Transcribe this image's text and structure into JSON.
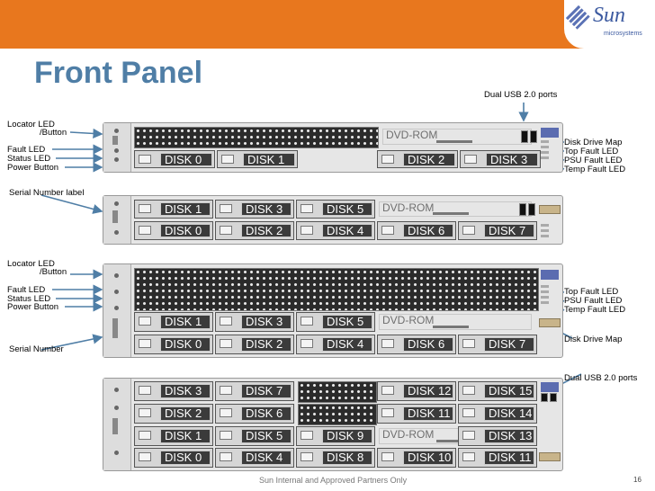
{
  "header": {
    "brand": "Sun",
    "brand_sub": "microsystems",
    "title": "Front Panel"
  },
  "labels": {
    "usb1": "Dual USB 2.0 ports",
    "locator_a": "Locator LED",
    "button_a": "/Button",
    "fault_a": "Fault LED",
    "status_a": "Status LED",
    "power_a": "Power Button",
    "serial_label": "Serial Number label",
    "disk_map_a": "Disk Drive Map",
    "top_fault_a": "Top Fault LED",
    "psu_fault_a": "PSU Fault LED",
    "temp_fault_a": "Temp Fault LED",
    "locator_b": "Locator LED",
    "button_b": "/Button",
    "fault_b": "Fault LED",
    "status_b": "Status LED",
    "power_b": "Power Button",
    "serial": "Serial Number",
    "top_fault_b": "Top Fault LED",
    "psu_fault_b": "PSU Fault LED",
    "temp_fault_b": "Temp Fault LED",
    "disk_map_b": "Disk Drive Map",
    "usb2": "Dual USB 2.0 ports"
  },
  "server1": {
    "dvd": "DVD-ROM",
    "disks": [
      "DISK 0",
      "DISK 1",
      "DISK 2",
      "DISK 3"
    ]
  },
  "server2": {
    "dvd": "DVD-ROM",
    "disks": [
      "DISK 1",
      "DISK 3",
      "DISK 5",
      "DISK 0",
      "DISK 2",
      "DISK 4",
      "DISK 6",
      "DISK 7"
    ]
  },
  "server3": {
    "dvd": "DVD-ROM",
    "disks": [
      "DISK 1",
      "DISK 3",
      "DISK 5",
      "DISK 0",
      "DISK 2",
      "DISK 4",
      "DISK 6",
      "DISK 7"
    ]
  },
  "server4": {
    "dvd": "DVD-ROM",
    "disks": [
      "DISK 3",
      "DISK 7",
      "DISK 12",
      "DISK 15",
      "DISK 2",
      "DISK 6",
      "DISK 11",
      "DISK 14",
      "DISK 1",
      "DISK 5",
      "DISK 9",
      "DISK 13",
      "DISK 0",
      "DISK 4",
      "DISK 8",
      "DISK 10",
      "DISK 11"
    ]
  },
  "footer": {
    "text": "Sun Internal and Approved Partners Only",
    "page": "16"
  },
  "colors": {
    "banner": "#e8771e",
    "title": "#4f7ea6",
    "arrow": "#4f7ea6"
  }
}
